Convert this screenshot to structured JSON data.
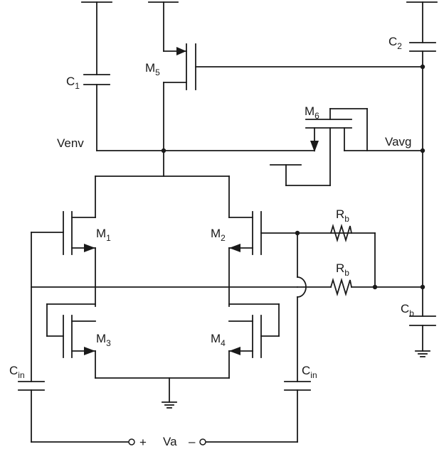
{
  "labels": {
    "m5": {
      "main": "M",
      "sub": "5"
    },
    "m6": {
      "main": "M",
      "sub": "6"
    },
    "m1": {
      "main": "M",
      "sub": "1"
    },
    "m2": {
      "main": "M",
      "sub": "2"
    },
    "m3": {
      "main": "M",
      "sub": "3"
    },
    "m4": {
      "main": "M",
      "sub": "4"
    },
    "c1": {
      "main": "C",
      "sub": "1"
    },
    "c2": {
      "main": "C",
      "sub": "2"
    },
    "cb": {
      "main": "C",
      "sub": "b"
    },
    "cin_left": {
      "main": "C",
      "sub": "in"
    },
    "cin_right": {
      "main": "C",
      "sub": "in"
    },
    "rb_top": {
      "main": "R",
      "sub": "b"
    },
    "rb_bottom": {
      "main": "R",
      "sub": "b"
    },
    "venv": "Venv",
    "vavg": "Vavg",
    "va": "Va",
    "va_plus": "+",
    "va_minus": "–"
  }
}
